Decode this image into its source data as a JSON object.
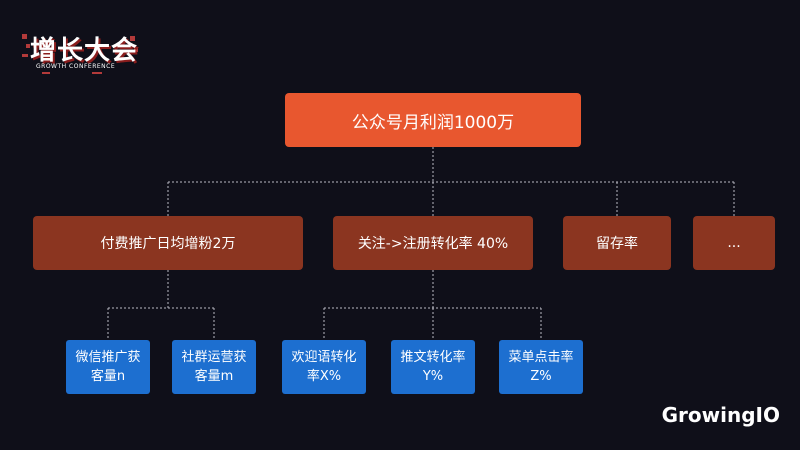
{
  "logo": {
    "title": "增长大会",
    "subtitle": "GROWTH CONFERENCE"
  },
  "root": {
    "label": "公众号月利润1000万"
  },
  "level1": [
    {
      "label": "付费推广日均增粉2万"
    },
    {
      "label": "关注->注册转化率 40%"
    },
    {
      "label": "留存率"
    },
    {
      "label": "..."
    }
  ],
  "leaves": [
    {
      "label": "微信推广获\n客量n"
    },
    {
      "label": "社群运营获\n客量m"
    },
    {
      "label": "欢迎语转化\n率X%"
    },
    {
      "label": "推文转化率\nY%"
    },
    {
      "label": "菜单点击率\nZ%"
    }
  ],
  "brand": "GrowingIO",
  "colors": {
    "background": "#0f0f19",
    "root": "#e8572f",
    "level1": "#8b3520",
    "leaf": "#1d6fd0",
    "connector": "#b9b9c3"
  }
}
